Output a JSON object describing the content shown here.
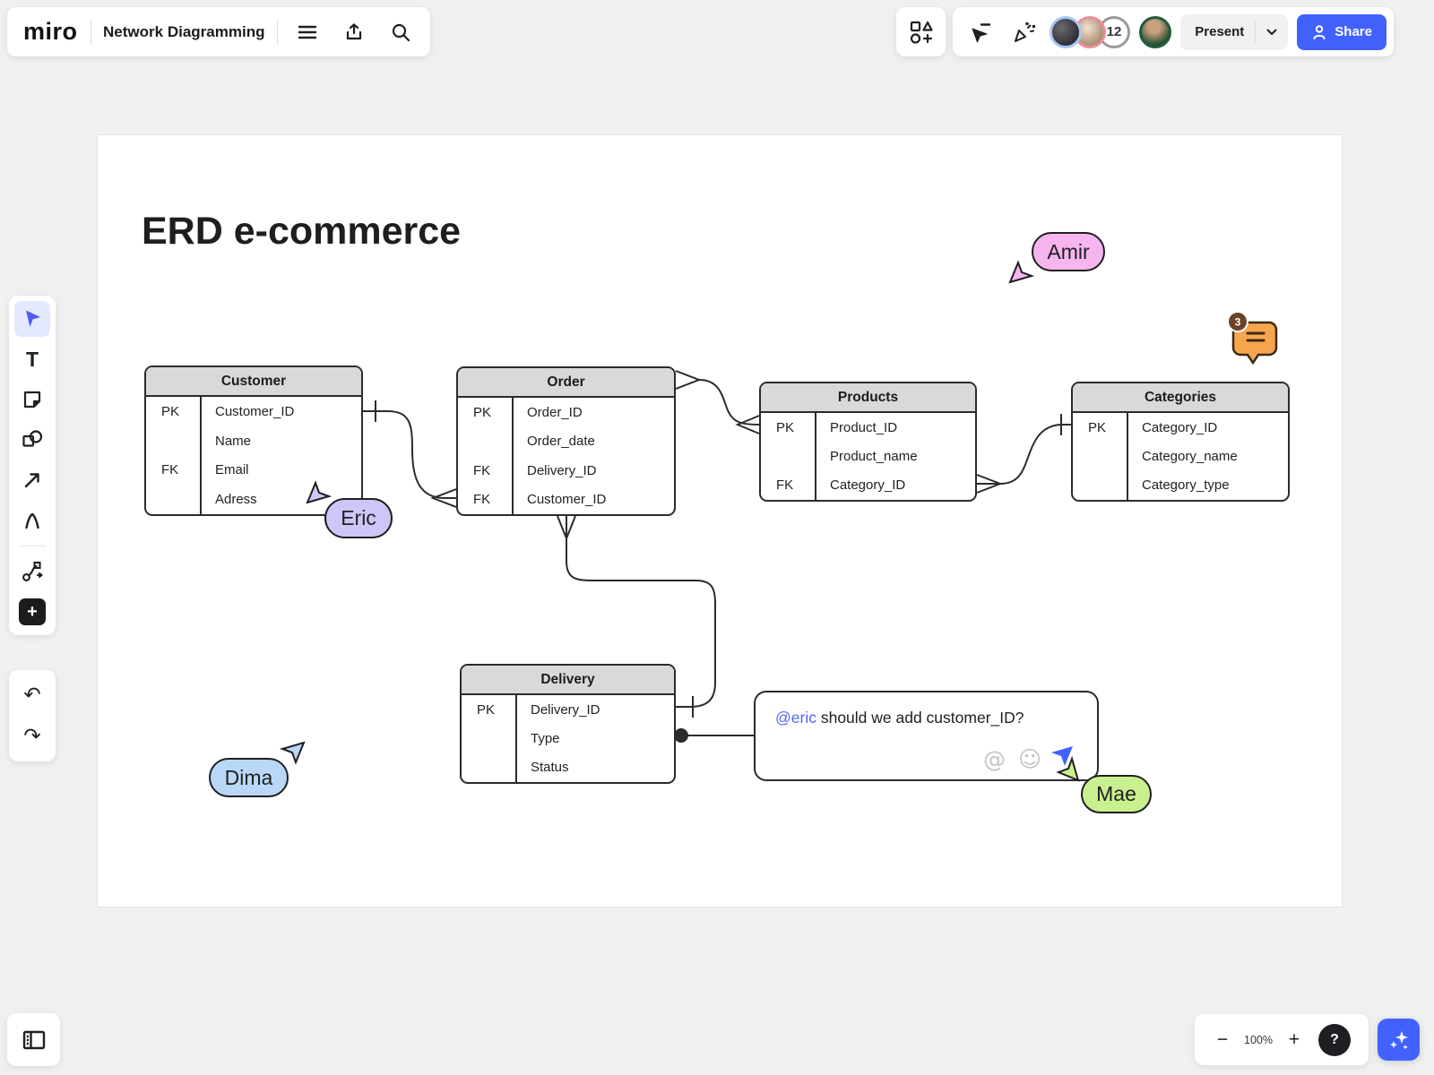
{
  "colors": {
    "accent": "#4262ff",
    "mention_blue": "#4f66f2",
    "table_header_gray": "#d9d9d9",
    "marker_orange": "#f7a64e"
  },
  "header": {
    "logo": "miro",
    "board_title": "Network Diagramming",
    "participant_count": "12",
    "present_label": "Present",
    "share_label": "Share"
  },
  "icons": {
    "text_tool": "T",
    "add_tool": "+",
    "undo": "↶",
    "redo": "↷",
    "at": "@",
    "smiley": "☺"
  },
  "canvas": {
    "title": "ERD e-commerce"
  },
  "diagram": {
    "tables": [
      {
        "name": "Customer",
        "rows": [
          [
            "PK",
            "Customer_ID"
          ],
          [
            "",
            "Name"
          ],
          [
            "FK",
            "Email"
          ],
          [
            "",
            "Adress"
          ]
        ]
      },
      {
        "name": "Order",
        "rows": [
          [
            "PK",
            "Order_ID"
          ],
          [
            "",
            "Order_date"
          ],
          [
            "FK",
            "Delivery_ID"
          ],
          [
            "FK",
            "Customer_ID"
          ]
        ]
      },
      {
        "name": "Products",
        "rows": [
          [
            "PK",
            "Product_ID"
          ],
          [
            "",
            "Product_name"
          ],
          [
            "FK",
            "Category_ID"
          ]
        ]
      },
      {
        "name": "Categories",
        "rows": [
          [
            "PK",
            "Category_ID"
          ],
          [
            "",
            "Category_name"
          ],
          [
            "",
            "Category_type"
          ]
        ]
      },
      {
        "name": "Delivery",
        "rows": [
          [
            "PK",
            "Delivery_ID"
          ],
          [
            "",
            "Type"
          ],
          [
            "",
            "Status"
          ]
        ]
      }
    ]
  },
  "comment": {
    "mention": "@eric",
    "body": " should we add customer_ID?",
    "badge_count": "3"
  },
  "collaborators": [
    {
      "name": "Amir",
      "color": "#f7b5f0"
    },
    {
      "name": "Eric",
      "color": "#cdc6f8"
    },
    {
      "name": "Dima",
      "color": "#b9d8f8"
    },
    {
      "name": "Mae",
      "color": "#c9f08f"
    }
  ],
  "zoom_controls": {
    "minus": "−",
    "value": "100%",
    "plus": "+",
    "help": "?"
  }
}
